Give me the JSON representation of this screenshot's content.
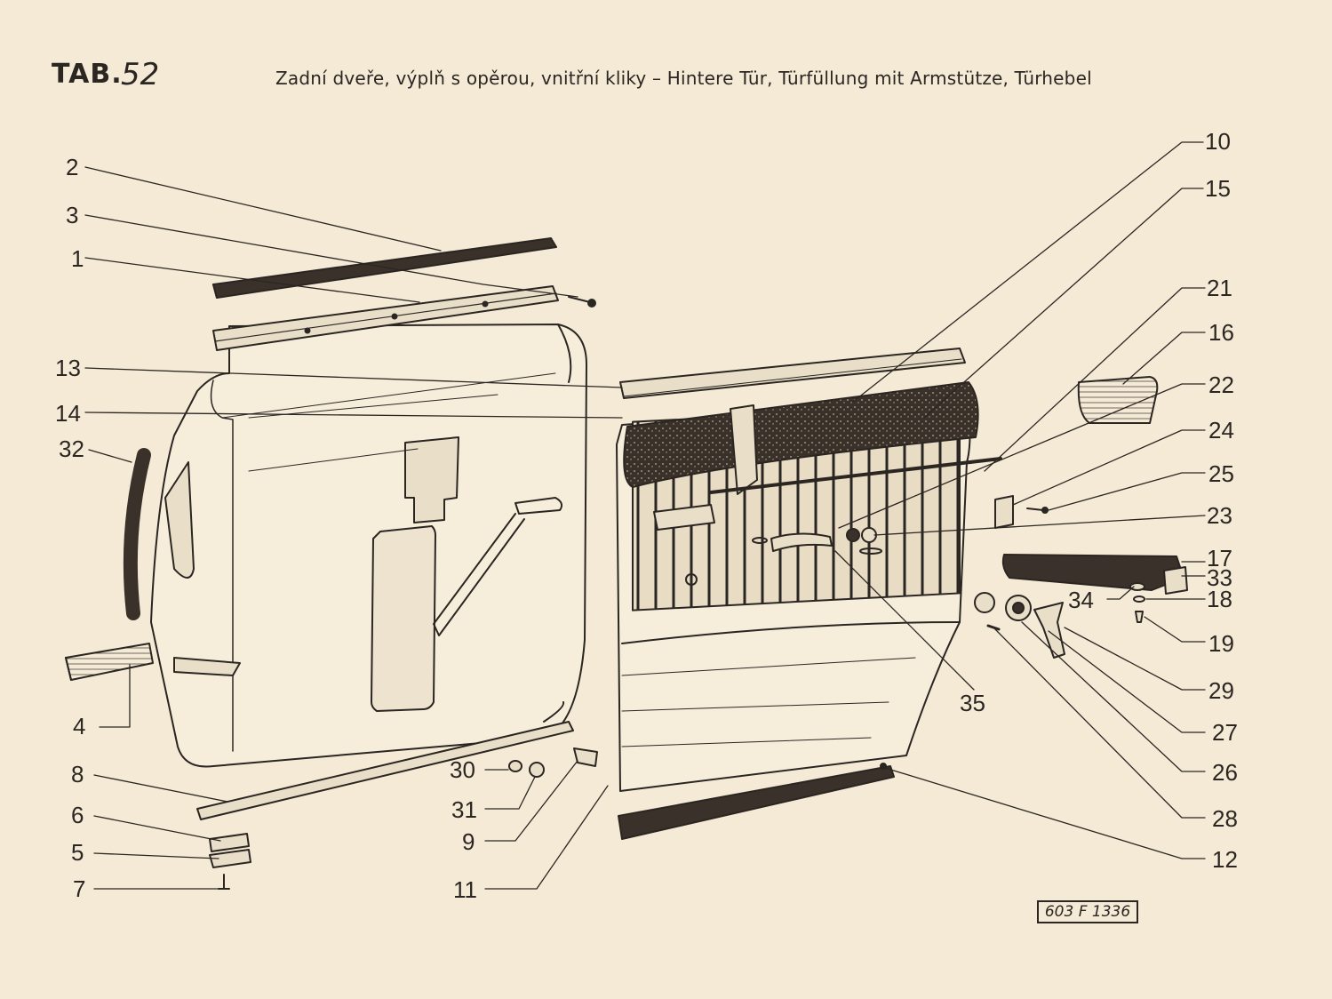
{
  "header": {
    "tab_label": "TAB.",
    "tab_number": "52",
    "title": "Zadní dveře, výplň s opěrou, vnitřní kliky – Hintere Tür, Türfüllung mit Armstütze, Türhebel"
  },
  "parts": [
    {
      "id": "2",
      "label": "2"
    },
    {
      "id": "3",
      "label": "3"
    },
    {
      "id": "1",
      "label": "1"
    },
    {
      "id": "13",
      "label": "13"
    },
    {
      "id": "14",
      "label": "14"
    },
    {
      "id": "32",
      "label": "32"
    },
    {
      "id": "4",
      "label": "4"
    },
    {
      "id": "8",
      "label": "8"
    },
    {
      "id": "6",
      "label": "6"
    },
    {
      "id": "5",
      "label": "5"
    },
    {
      "id": "7",
      "label": "7"
    },
    {
      "id": "30",
      "label": "30"
    },
    {
      "id": "31",
      "label": "31"
    },
    {
      "id": "9",
      "label": "9"
    },
    {
      "id": "11",
      "label": "11"
    },
    {
      "id": "10",
      "label": "10"
    },
    {
      "id": "15",
      "label": "15"
    },
    {
      "id": "21",
      "label": "21"
    },
    {
      "id": "16",
      "label": "16"
    },
    {
      "id": "22",
      "label": "22"
    },
    {
      "id": "24",
      "label": "24"
    },
    {
      "id": "25",
      "label": "25"
    },
    {
      "id": "23",
      "label": "23"
    },
    {
      "id": "17",
      "label": "17"
    },
    {
      "id": "33",
      "label": "33"
    },
    {
      "id": "34",
      "label": "34"
    },
    {
      "id": "18",
      "label": "18"
    },
    {
      "id": "19",
      "label": "19"
    },
    {
      "id": "35",
      "label": "35"
    },
    {
      "id": "29",
      "label": "29"
    },
    {
      "id": "27",
      "label": "27"
    },
    {
      "id": "26",
      "label": "26"
    },
    {
      "id": "28",
      "label": "28"
    },
    {
      "id": "12",
      "label": "12"
    }
  ],
  "drawing_code": "603 F 1336"
}
